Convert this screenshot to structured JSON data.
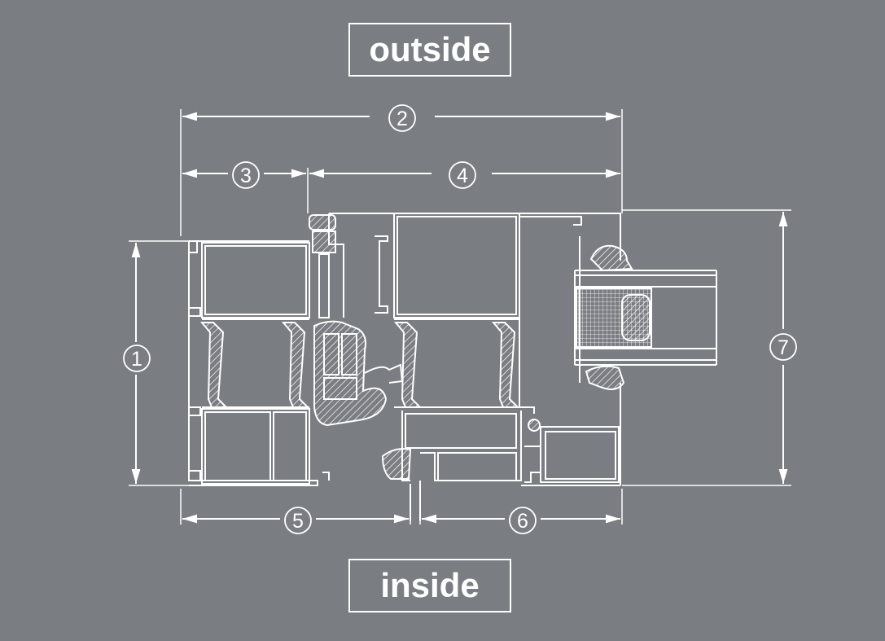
{
  "labels": {
    "outside": "outside",
    "inside": "inside"
  },
  "dimensions": [
    {
      "id": "1",
      "label": "1"
    },
    {
      "id": "2",
      "label": "2"
    },
    {
      "id": "3",
      "label": "3"
    },
    {
      "id": "4",
      "label": "4"
    },
    {
      "id": "5",
      "label": "5"
    },
    {
      "id": "6",
      "label": "6"
    },
    {
      "id": "7",
      "label": "7"
    }
  ],
  "colors": {
    "background": "#7a7d82",
    "line": "#ffffff"
  }
}
